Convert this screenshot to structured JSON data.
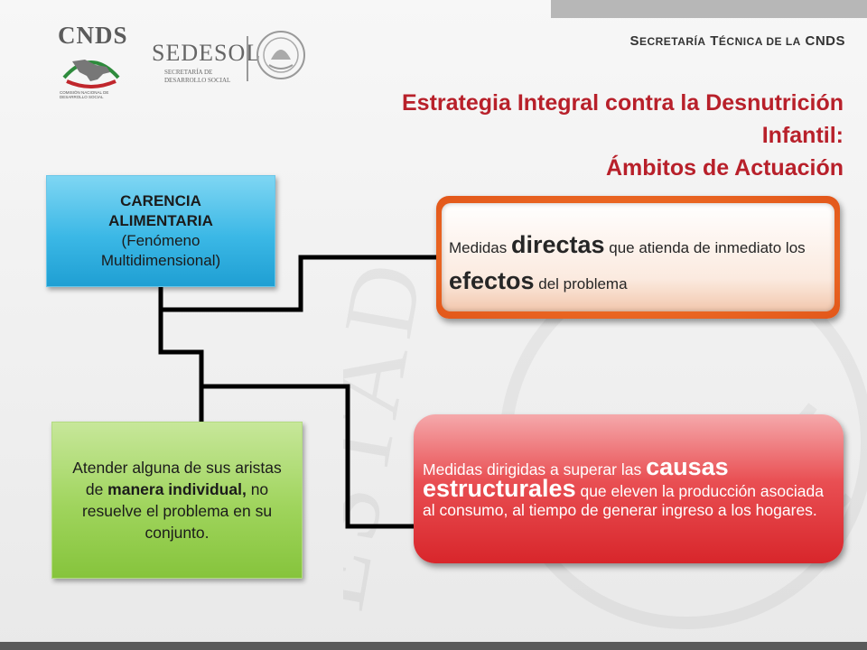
{
  "header": {
    "secretaria_s": "S",
    "secretaria_rest": "ECRETARÍA",
    "tecnica_t": "T",
    "tecnica_rest": "ÉCNICA DE LA",
    "cnds": "CNDS"
  },
  "logos": {
    "cnds_word": "CNDS",
    "cnds_sub": "COMISIÓN NACIONAL DE DESARROLLO SOCIAL",
    "sedesol_word": "SEDESOL",
    "sedesol_sub1": "SECRETARÍA DE",
    "sedesol_sub2": "DESARROLLO SOCIAL"
  },
  "title": {
    "line1": "Estrategia Integral contra la Desnutrición",
    "line2": "Infantil:",
    "line3": "Ámbitos de Actuación"
  },
  "box_blue": {
    "bold1": "CARENCIA",
    "bold2": "ALIMENTARIA",
    "line3": "(Fenómeno",
    "line4": "Multidimensional)"
  },
  "box_green": {
    "t1": "Atender alguna de sus aristas de ",
    "b1": "manera individual,",
    "t2": " no resuelve el problema en su conjunto."
  },
  "box_orange": {
    "t1": "Medidas ",
    "b1": "directas",
    "t2": " que atienda de inmediato los ",
    "b2": "efectos",
    "t3": " del problema"
  },
  "box_red": {
    "t1": "Medidas dirigidas a superar las ",
    "b1": "causas estructurales",
    "t2": " que eleven la producción asociada al consumo, al tiempo de generar ingreso a los hogares."
  },
  "colors": {
    "title": "#b8202a",
    "blue_box": "#3bb8e6",
    "green_box": "#9fd45c",
    "orange_box": "#ec6a25",
    "red_box": "#e94f53"
  }
}
